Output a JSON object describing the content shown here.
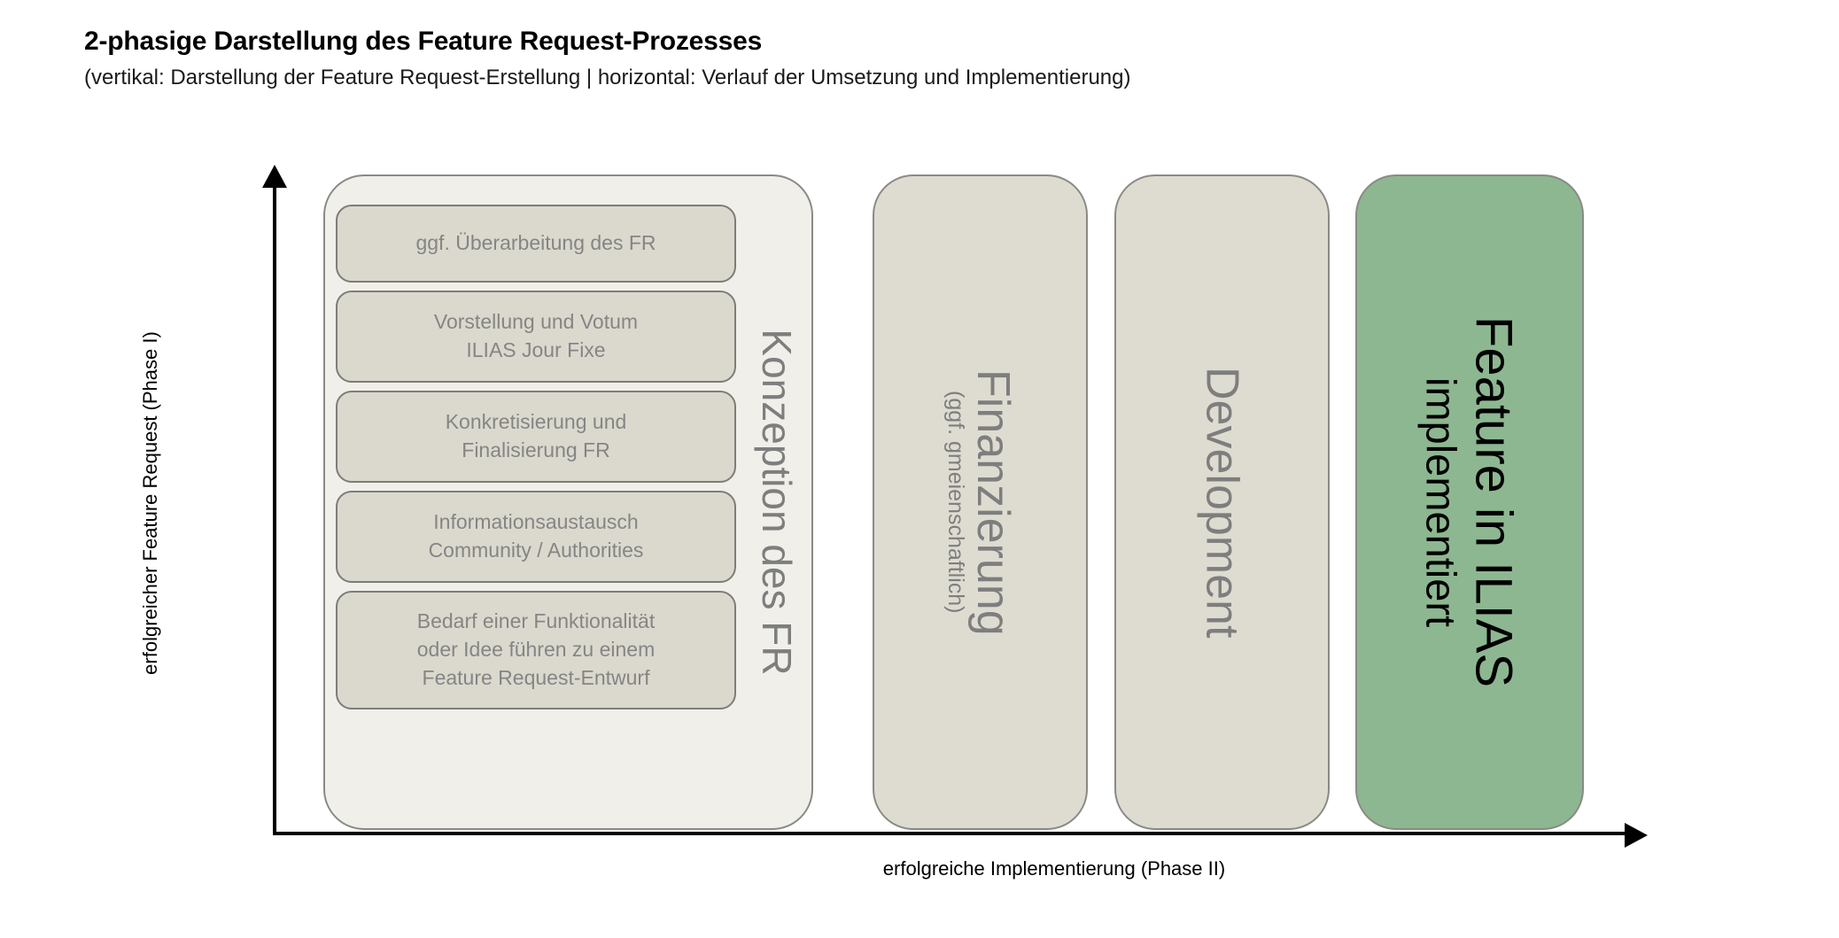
{
  "header": {
    "title": "2-phasige Darstellung des Feature Request-Prozesses",
    "subtitle": "(vertikal: Darstellung der Feature Request-Erstellung | horizontal: Verlauf der Umsetzung und Implementierung)"
  },
  "axes": {
    "y_label": "erfolgreicher Feature Request (Phase I)",
    "x_label": "erfolgreiche Implementierung (Phase II)"
  },
  "columns": {
    "konzeption": {
      "caption": "Konzeption des FR",
      "steps": [
        {
          "text": "ggf. Überarbeitung des FR"
        },
        {
          "text": "Vorstellung und Votum\nILIAS Jour Fixe"
        },
        {
          "text": "Konkretisierung und\nFinalisierung  FR"
        },
        {
          "text": "Informationsaustausch\nCommunity / Authorities"
        },
        {
          "text": "Bedarf einer Funktionalität\noder Idee führen zu einem\nFeature Request-Entwurf"
        }
      ]
    },
    "finanzierung": {
      "caption": "Finanzierung",
      "subcaption": "(ggf. gmeienschaftlich)"
    },
    "development": {
      "caption": "Development"
    },
    "implemented": {
      "caption_line1": "Feature in ILIAS",
      "caption_line2": "implementiert"
    }
  },
  "colors": {
    "konzeption_fill": "#f0efe9",
    "step_fill": "#dbd9ce",
    "plain_column_fill": "#dedcd1",
    "green_fill": "#8db791",
    "caption_gray": "#7e7e7e",
    "border_gray": "#8a8a85",
    "axis_black": "#000000"
  }
}
